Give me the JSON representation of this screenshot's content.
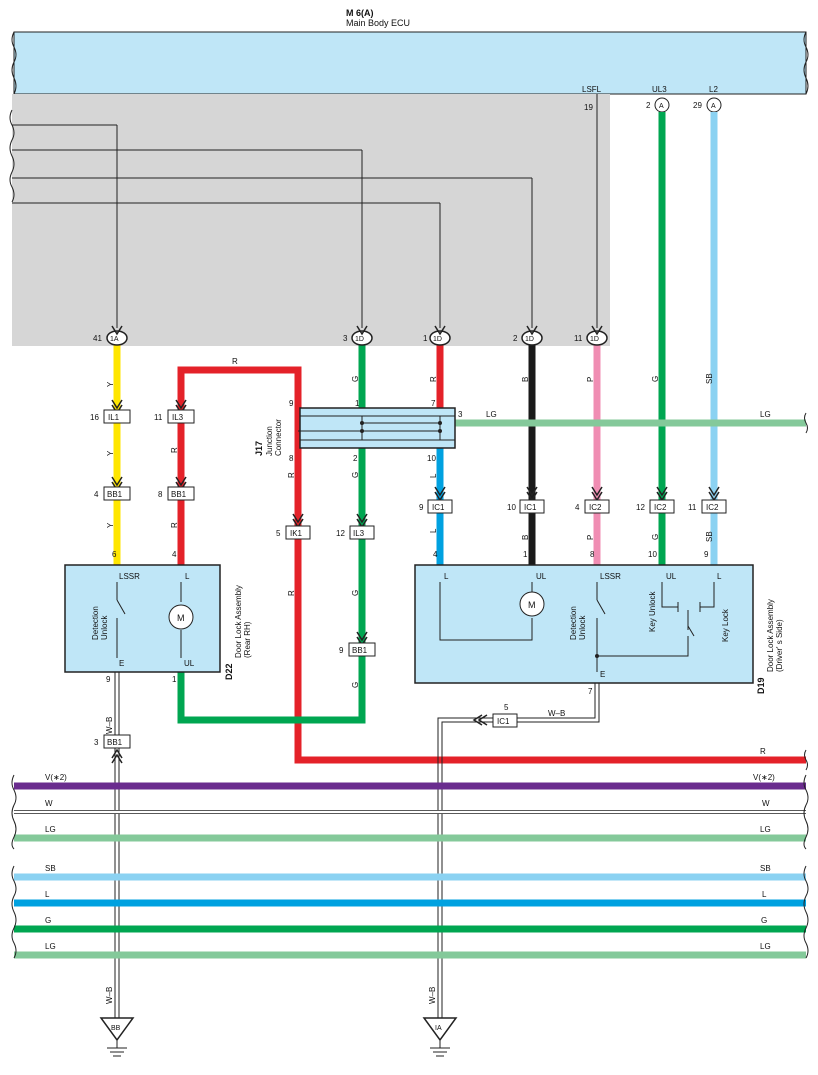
{
  "ecu": {
    "code": "M 6(A)",
    "name": "Main Body ECU"
  },
  "ecu_top_pins": {
    "lsfl": {
      "num": "19",
      "sig": "LSFL"
    },
    "ul3": {
      "num": "2",
      "sig": "UL3",
      "conn": "A"
    },
    "l2": {
      "num": "29",
      "sig": "L2",
      "conn": "A"
    }
  },
  "ecu_bottom_pins": [
    {
      "num": "41",
      "conn": "1A"
    },
    {
      "num": "3",
      "conn": "1D"
    },
    {
      "num": "1",
      "conn": "1D"
    },
    {
      "num": "2",
      "conn": "1D"
    },
    {
      "num": "11",
      "conn": "1D"
    }
  ],
  "connectors": {
    "il1": {
      "pin": "16",
      "name": "IL1"
    },
    "il3_upper": {
      "pin": "11",
      "name": "IL3"
    },
    "bb1_a": {
      "pin": "4",
      "name": "BB1"
    },
    "bb1_b": {
      "pin": "8",
      "name": "BB1"
    },
    "ik1": {
      "pin": "5",
      "name": "IK1"
    },
    "il3_lower": {
      "pin": "12",
      "name": "IL3"
    },
    "bb1_c": {
      "pin": "9",
      "name": "BB1"
    },
    "bb1_d": {
      "pin": "3",
      "name": "BB1"
    },
    "ic1_l": {
      "pin": "9",
      "name": "IC1"
    },
    "ic1_b": {
      "pin": "10",
      "name": "IC1"
    },
    "ic2_p": {
      "pin": "4",
      "name": "IC2"
    },
    "ic2_g": {
      "pin": "12",
      "name": "IC2"
    },
    "ic2_sb": {
      "pin": "11",
      "name": "IC2"
    },
    "ic1_ground": {
      "pin": "5",
      "name": "IC1"
    }
  },
  "junction": {
    "code": "J17",
    "name_line1": "Junction",
    "name_line2": "Connector",
    "pins": {
      "p9": "9",
      "p1": "1",
      "p7": "7",
      "p3": "3",
      "p8": "8",
      "p2": "2",
      "p10": "10"
    }
  },
  "d22": {
    "code": "D22",
    "name_line1": "Door Lock Assembly",
    "name_line2": "(Rear RH)",
    "lsssr": "LSSR",
    "l": "L",
    "e": "E",
    "ul": "UL",
    "unlock1": "Unlock",
    "unlock2": "Detection",
    "motor": "M",
    "pins": {
      "p6": "6",
      "p4": "4",
      "p9": "9",
      "p1": "1"
    }
  },
  "d19": {
    "code": "D19",
    "name_line1": "Door Lock Assembly",
    "name_line2": "(Driver' s Side)",
    "l": "L",
    "ul": "UL",
    "lsssr": "LSSR",
    "ul2": "UL",
    "l2": "L",
    "e": "E",
    "unlock1": "Unlock",
    "unlock2": "Detection",
    "key_unlock": "Key Unlock",
    "key_lock": "Key Lock",
    "motor": "M",
    "pins": {
      "p4": "4",
      "p1": "1",
      "p8": "8",
      "p10": "10",
      "p9": "9",
      "p7": "7"
    }
  },
  "wire_labels": {
    "y1": "Y",
    "y2": "Y",
    "y3": "Y",
    "r_top": "R",
    "r1": "R",
    "r2": "R",
    "g_j1": "G",
    "g_j2": "G",
    "g_j3": "G",
    "g_j4": "G",
    "r_j1": "R",
    "r_j2": "R",
    "r_c1": "R",
    "l1": "L",
    "l2": "L",
    "b1": "B",
    "b2": "B",
    "p1": "P",
    "p2": "P",
    "g1": "G",
    "g2": "G",
    "sb1": "SB",
    "sb2": "SB",
    "lg_j": "LG",
    "lg_j_right": "LG",
    "wb1": "W–B",
    "wb2": "W–B",
    "wb3": "W–B",
    "wb4": "W–B"
  },
  "buses": [
    {
      "left": "V(∗2)",
      "right": "V(∗2)",
      "color": "#6a2c8e"
    },
    {
      "left": "W",
      "right": "W",
      "color": "#ffffff"
    },
    {
      "left": "LG",
      "right": "LG",
      "color": "#84c99a"
    },
    {
      "left": "SB",
      "right": "SB",
      "color": "#8bd2f2"
    },
    {
      "left": "L",
      "right": "L",
      "color": "#00a1e0"
    },
    {
      "left": "G",
      "right": "G",
      "color": "#00a651"
    },
    {
      "left": "LG",
      "right": "LG",
      "color": "#84c99a"
    }
  ],
  "r_bus_label": "R",
  "grounds": {
    "bb": "BB",
    "ia": "IA"
  },
  "colors": {
    "ecu_fill": "#bfe6f7",
    "gray_area": "#d6d6d6",
    "yellow": "#ffe600",
    "red": "#e42229",
    "green": "#00a651",
    "blue": "#00a1e0",
    "black": "#1a1a1a",
    "pink": "#f08db3",
    "sky": "#8bd2f2",
    "light_green": "#84c99a",
    "violet": "#6a2c8e"
  }
}
